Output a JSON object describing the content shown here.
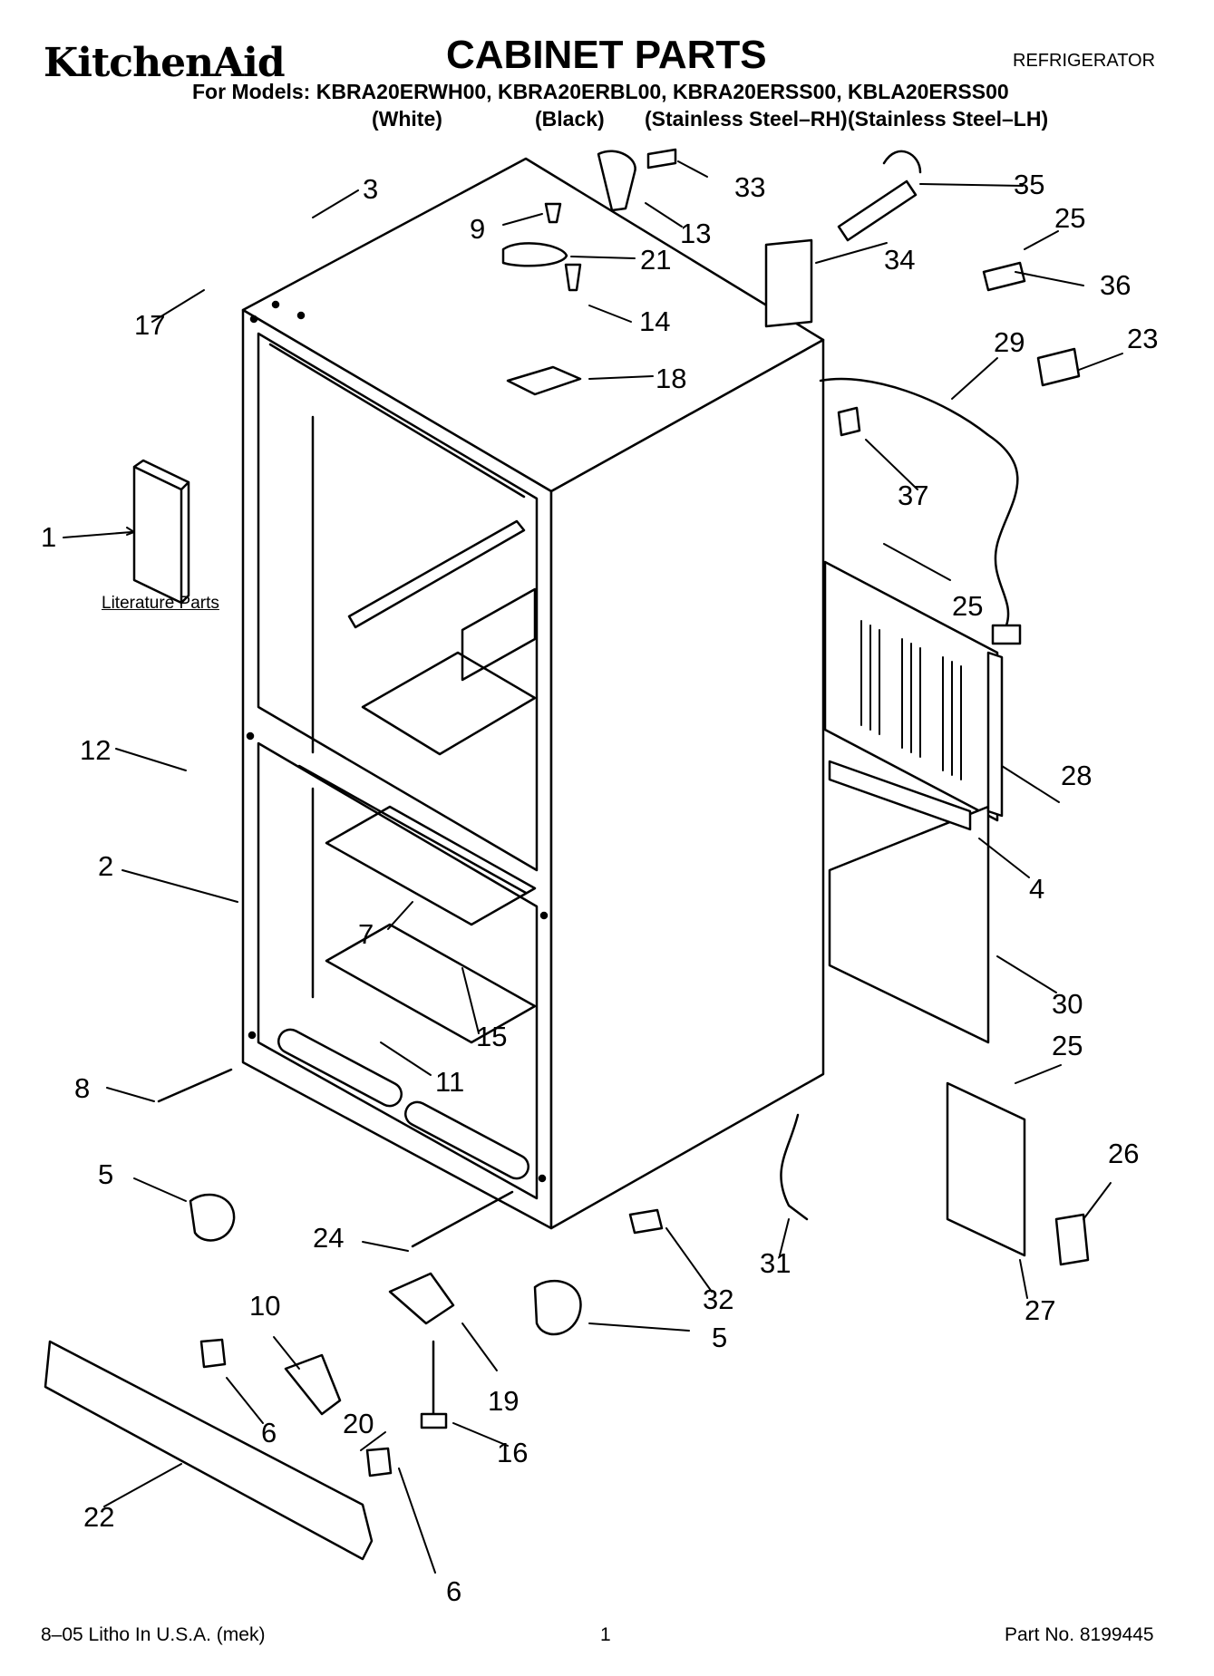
{
  "header": {
    "brand": "KitchenAid",
    "title": "CABINET PARTS",
    "category": "REFRIGERATOR",
    "models_line": "For Models: KBRA20ERWH00, KBRA20ERBL00, KBRA20ERSS00, KBLA20ERSS00",
    "variants": [
      "(White)",
      "(Black)",
      "(Stainless Steel–RH)",
      "(Stainless Steel–LH)"
    ]
  },
  "literature_label": "Literature Parts",
  "callouts": [
    {
      "id": "c1",
      "label": "1"
    },
    {
      "id": "c2",
      "label": "2"
    },
    {
      "id": "c3",
      "label": "3"
    },
    {
      "id": "c4",
      "label": "4"
    },
    {
      "id": "c5a",
      "label": "5"
    },
    {
      "id": "c5b",
      "label": "5"
    },
    {
      "id": "c6a",
      "label": "6"
    },
    {
      "id": "c6b",
      "label": "6"
    },
    {
      "id": "c7",
      "label": "7"
    },
    {
      "id": "c8",
      "label": "8"
    },
    {
      "id": "c9",
      "label": "9"
    },
    {
      "id": "c10",
      "label": "10"
    },
    {
      "id": "c11",
      "label": "11"
    },
    {
      "id": "c12",
      "label": "12"
    },
    {
      "id": "c13",
      "label": "13"
    },
    {
      "id": "c14",
      "label": "14"
    },
    {
      "id": "c15",
      "label": "15"
    },
    {
      "id": "c16",
      "label": "16"
    },
    {
      "id": "c17",
      "label": "17"
    },
    {
      "id": "c18",
      "label": "18"
    },
    {
      "id": "c19",
      "label": "19"
    },
    {
      "id": "c20",
      "label": "20"
    },
    {
      "id": "c21",
      "label": "21"
    },
    {
      "id": "c22",
      "label": "22"
    },
    {
      "id": "c23",
      "label": "23"
    },
    {
      "id": "c24",
      "label": "24"
    },
    {
      "id": "c25a",
      "label": "25"
    },
    {
      "id": "c25b",
      "label": "25"
    },
    {
      "id": "c25c",
      "label": "25"
    },
    {
      "id": "c26",
      "label": "26"
    },
    {
      "id": "c27",
      "label": "27"
    },
    {
      "id": "c28",
      "label": "28"
    },
    {
      "id": "c29",
      "label": "29"
    },
    {
      "id": "c30",
      "label": "30"
    },
    {
      "id": "c31",
      "label": "31"
    },
    {
      "id": "c32",
      "label": "32"
    },
    {
      "id": "c33",
      "label": "33"
    },
    {
      "id": "c34",
      "label": "34"
    },
    {
      "id": "c35",
      "label": "35"
    },
    {
      "id": "c36",
      "label": "36"
    },
    {
      "id": "c37",
      "label": "37"
    }
  ],
  "footer": {
    "left": "8–05 Litho In U.S.A. (mek)",
    "page": "1",
    "part_no": "Part No. 8199445"
  }
}
